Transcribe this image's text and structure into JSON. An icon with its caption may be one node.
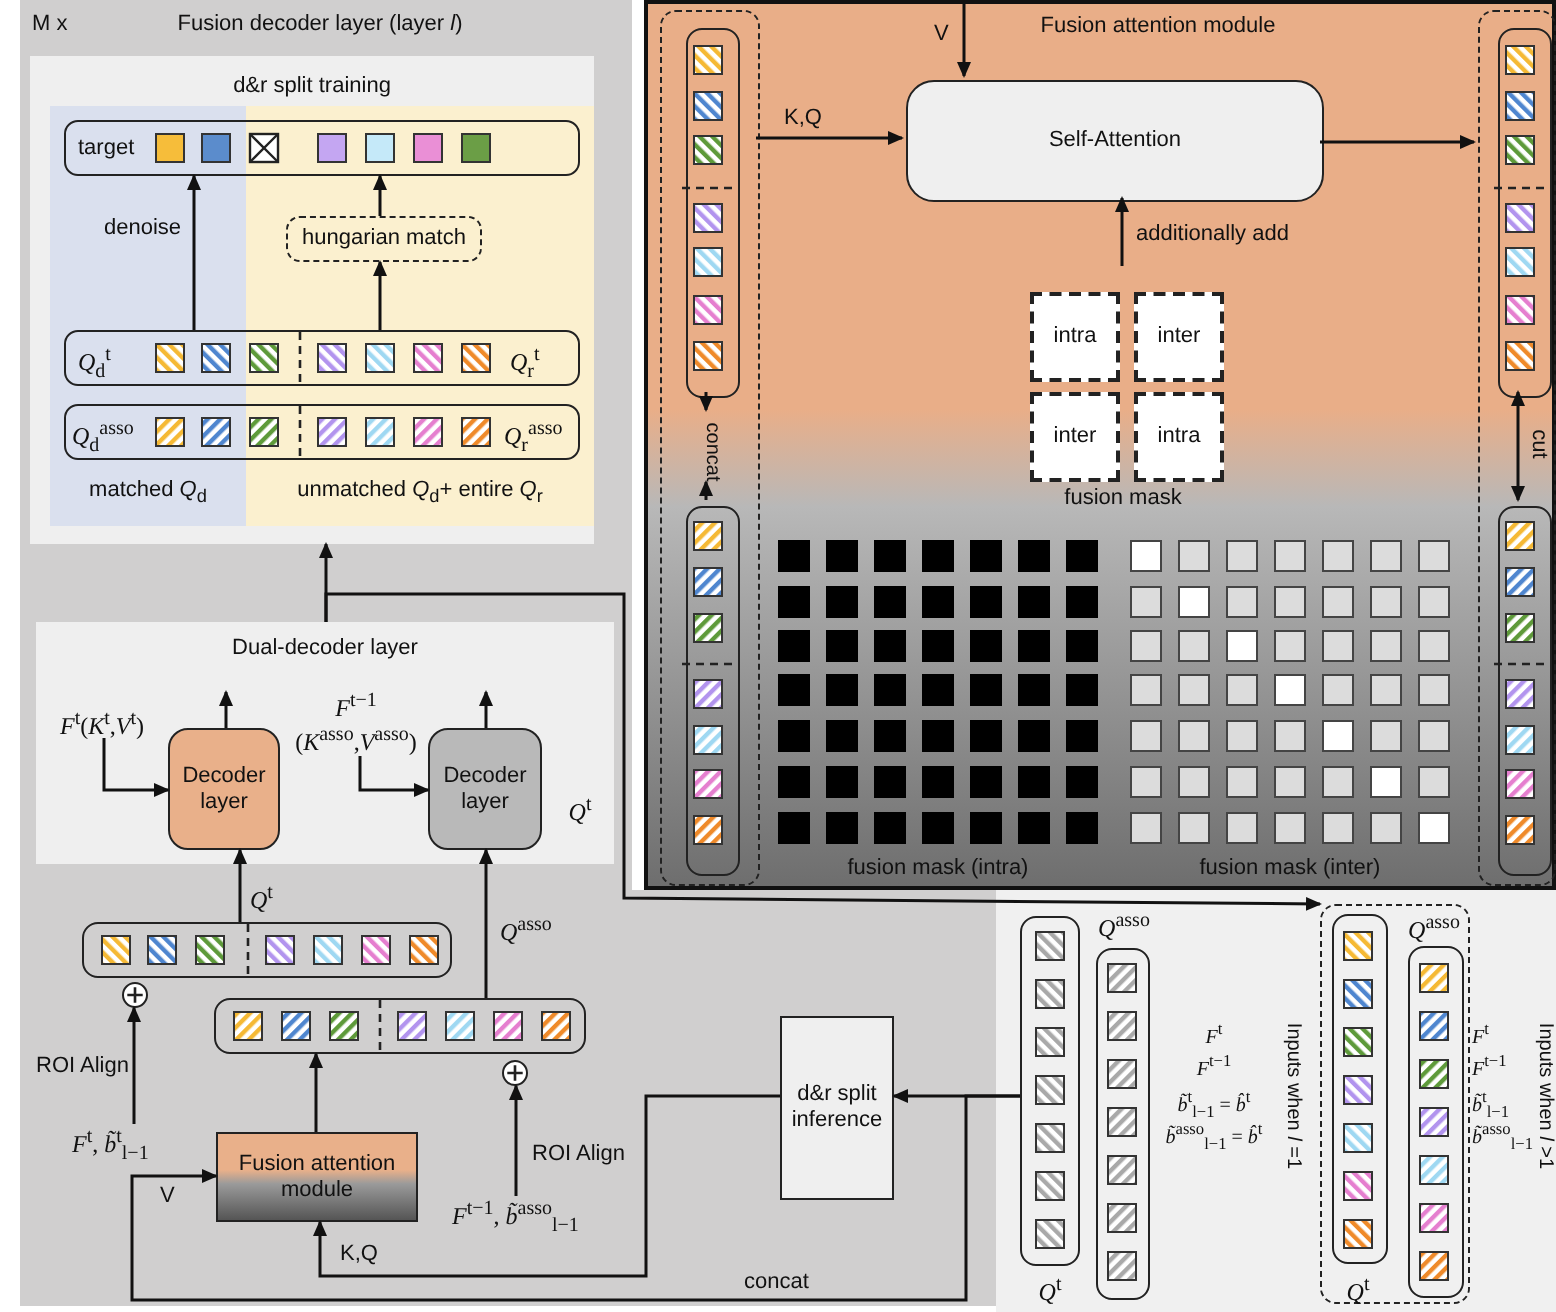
{
  "diagram": {
    "nodes": [
      {
        "text": [
          "M x",
          "Fusion decoder layer (layer *l*)"
        ]
      },
      {
        "text": [
          "d&r split training"
        ],
        "in": 0
      },
      {
        "text": [
          "target"
        ],
        "in": 1
      },
      {
        "text": [
          "hungarian match"
        ],
        "in": 1
      },
      {
        "text": [
          "*Q*$_{d}$$^{t}$",
          "*Q*$_{r}$$^{t}$"
        ],
        "in": 1
      },
      {
        "text": [
          "*Q*$_{d}$$^{asso}$",
          "*Q*$_{r}$$^{asso}$"
        ],
        "in": 1
      },
      {
        "text": [
          "Dual-decoder layer"
        ],
        "in": 0
      },
      {
        "text": [
          "Decoder layer"
        ],
        "in": 6
      },
      {
        "text": [
          "Decoder layer"
        ],
        "in": 6,
        "beside": [
          "*Q*$^{t}$"
        ]
      },
      {
        "text": [
          "*F*$^{t}$(*K*$^{t}$,*V*$^{t}$)"
        ],
        "in": 6
      },
      {
        "text": [
          "*F*$^{t−1}$ (*K*$^{asso}$,*V*$^{asso}$)"
        ],
        "in": 6
      },
      {
        "text": [],
        "shape": "box",
        "in": 0
      },
      {
        "text": [],
        "shape": "box",
        "in": 0
      },
      {
        "text": [
          "Fusion attention module"
        ],
        "in": 0
      },
      {
        "text": [],
        "shape": "circle",
        "in": 0
      },
      {
        "text": [],
        "shape": "circle",
        "in": 0
      },
      {
        "text": [
          "*F*$^{t}$, *b̃*$^{t}$$_{l−1}$"
        ],
        "in": 0
      },
      {
        "text": [
          "*F*$^{t−1}$, *b̃*$^{asso}$$_{l−1}$"
        ],
        "in": 0
      },
      {
        "text": [
          "d&r split inference"
        ]
      },
      {
        "text": [
          "Fusion attention module"
        ]
      },
      {
        "text": [],
        "shape": "box",
        "in": 19
      },
      {
        "text": [],
        "shape": "box",
        "in": 20
      },
      {
        "text": [],
        "shape": "box",
        "in": 20
      },
      {
        "text": [],
        "shape": "box",
        "in": 19
      },
      {
        "text": [],
        "shape": "box",
        "in": 23
      },
      {
        "text": [],
        "shape": "box",
        "in": 23
      },
      {
        "text": [
          "Self-Attention"
        ],
        "in": 19
      },
      {
        "text": [
          "intra"
        ],
        "in": 19
      },
      {
        "text": [
          "inter"
        ],
        "in": 19
      },
      {
        "text": [
          "inter"
        ],
        "in": 19
      },
      {
        "text": [
          "intra"
        ],
        "in": 19
      },
      {
        "text": [],
        "shape": "box",
        "beside": [
          "*Q*$^{t}$"
        ]
      },
      {
        "text": [],
        "shape": "box",
        "beside": [
          "*Q*$^{asso}$"
        ]
      },
      {
        "text": [],
        "shape": "box"
      },
      {
        "text": [],
        "shape": "box",
        "in": 33,
        "beside": [
          "*Q*$^{t}$"
        ]
      },
      {
        "text": [],
        "shape": "box",
        "in": 33,
        "beside": [
          "*Q*$^{asso}$"
        ]
      },
      {
        "text": [
          "concat"
        ],
        "in": 20
      }
    ],
    "edges": [
      {
        "from": 4,
        "to": 2,
        "arrow": "to",
        "label": "denoise"
      },
      {
        "from": 4,
        "to": 3,
        "arrow": "to"
      },
      {
        "from": 3,
        "to": 2,
        "arrow": "to"
      },
      {
        "from": 9,
        "to": 7,
        "arrow": "to"
      },
      {
        "from": 10,
        "to": 8,
        "arrow": "to"
      },
      {
        "from": 7,
        "to": null,
        "arrow": "to"
      },
      {
        "from": 8,
        "to": null,
        "arrow": "to"
      },
      {
        "from": 11,
        "to": 7,
        "arrow": "to",
        "label": "*Q*$^{t}$"
      },
      {
        "from": 12,
        "to": 8,
        "arrow": "to",
        "label": "*Q*$^{asso}$"
      },
      {
        "from": 13,
        "to": 12,
        "arrow": "to"
      },
      {
        "from": 16,
        "to": 14,
        "arrow": "to",
        "label": "ROI Align"
      },
      {
        "from": 17,
        "to": 15,
        "arrow": "to",
        "label": "ROI Align"
      },
      {
        "from": 6,
        "to": 1,
        "arrow": "to"
      },
      {
        "from": 6,
        "to": 33,
        "arrow": "to"
      },
      {
        "from": 31,
        "to": 18,
        "arrow": "to"
      },
      {
        "from": 18,
        "to": 13,
        "arrow": "to",
        "label": "K,Q"
      },
      {
        "from": 31,
        "to": 13,
        "arrow": "to",
        "label": "concat"
      },
      {
        "from": 20,
        "to": 26,
        "arrow": "to",
        "label": "K,Q"
      },
      {
        "from": null,
        "to": 26,
        "arrow": "to",
        "label": "V"
      },
      {
        "from": 26,
        "to": 23,
        "arrow": "to"
      },
      {
        "from": null,
        "to": 26,
        "arrow": "to",
        "label": "additionally add"
      },
      {
        "from": 21,
        "to": 36,
        "arrow": "to"
      },
      {
        "from": 22,
        "to": 36,
        "arrow": "to"
      },
      {
        "from": 24,
        "to": 25,
        "arrow": "both",
        "label": "cut"
      }
    ],
    "labels": [
      "matched *Q*$_{d}$",
      "unmatched *Q*$_{d}$+ entire *Q*$_{r}$",
      "V",
      "fusion mask",
      "fusion mask (intra)",
      "fusion mask (inter)",
      "*F*$^{t}$",
      "*F*$^{t−1}$",
      "*b̃*$^{t}$$_{l−1}$ = *b̂*$^{t}$",
      "*b̃*$^{asso}$$_{l−1}$ = *b̂*$^{t}$",
      "Inputs when *l* =1",
      "*F*$^{t}$",
      "*F*$^{t−1}$",
      "*b̃*$^{t}$$_{l−1}$",
      "*b̃*$^{asso}$$_{l−1}$",
      "Inputs when *l* >1"
    ]
  }
}
